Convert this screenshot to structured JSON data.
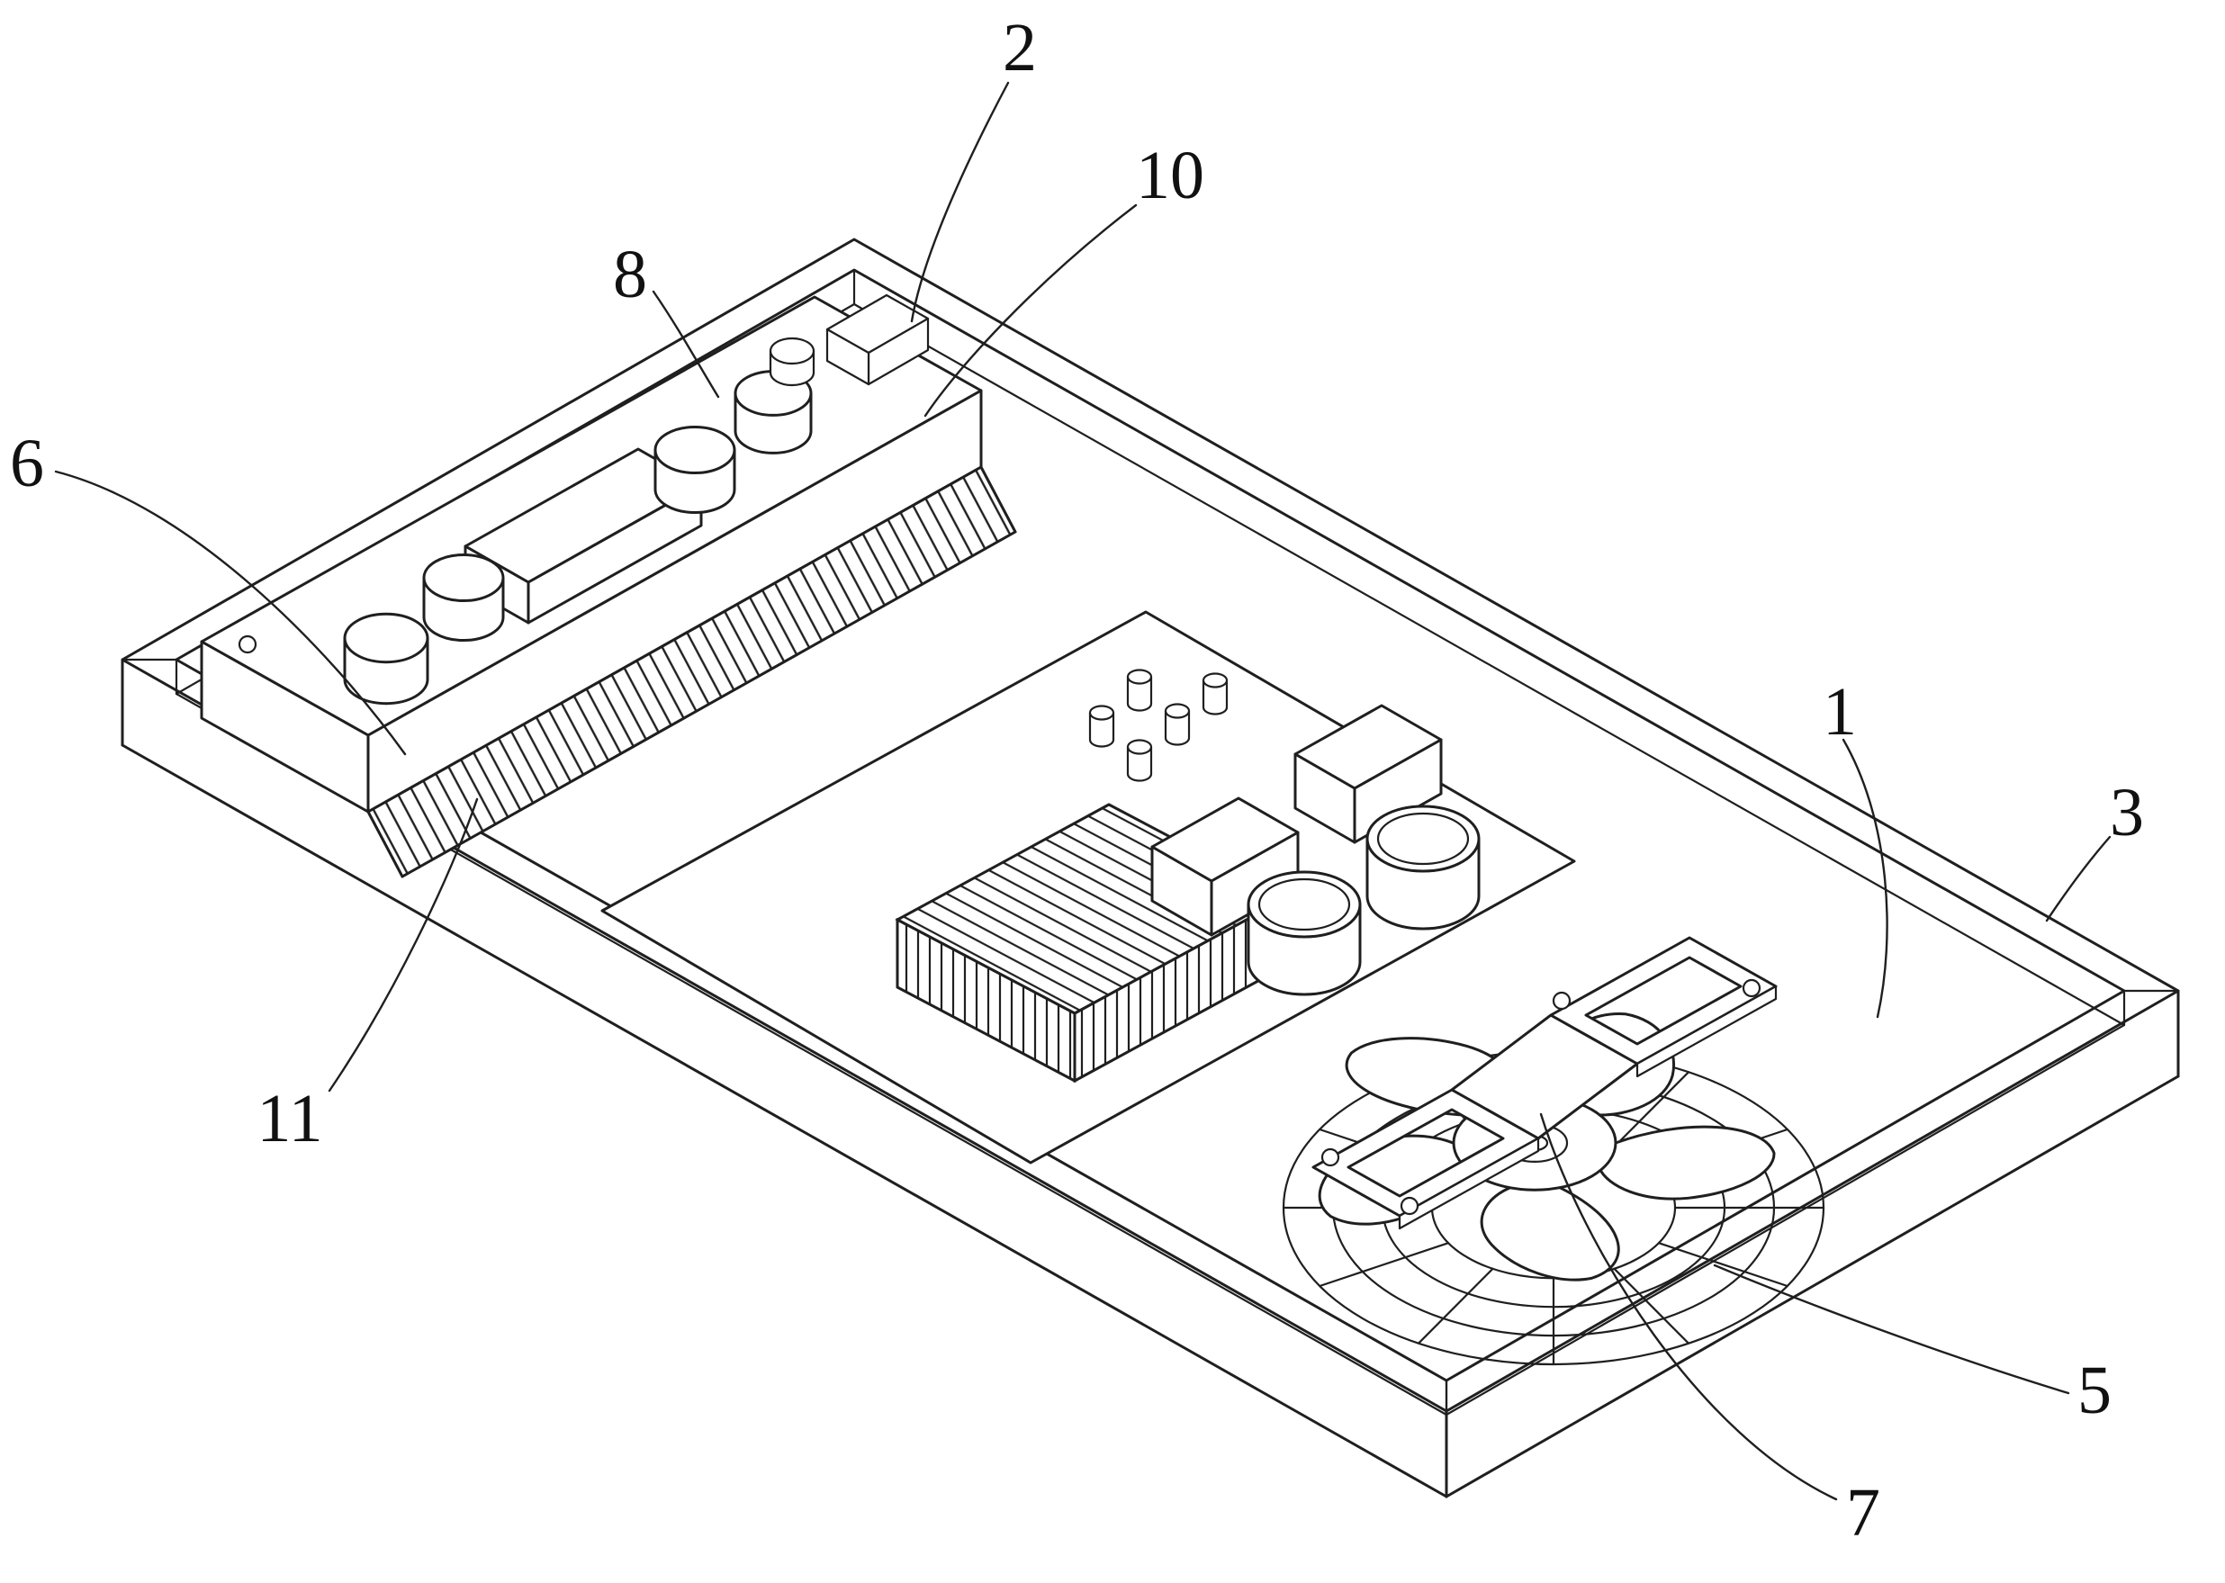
{
  "figure": {
    "colors": {
      "background": "#ffffff",
      "line": "#1f1f1f",
      "label": "#111111"
    }
  },
  "callouts": [
    {
      "ref": "2"
    },
    {
      "ref": "10"
    },
    {
      "ref": "8"
    },
    {
      "ref": "6"
    },
    {
      "ref": "11"
    },
    {
      "ref": "1"
    },
    {
      "ref": "3"
    },
    {
      "ref": "5"
    },
    {
      "ref": "7"
    }
  ]
}
